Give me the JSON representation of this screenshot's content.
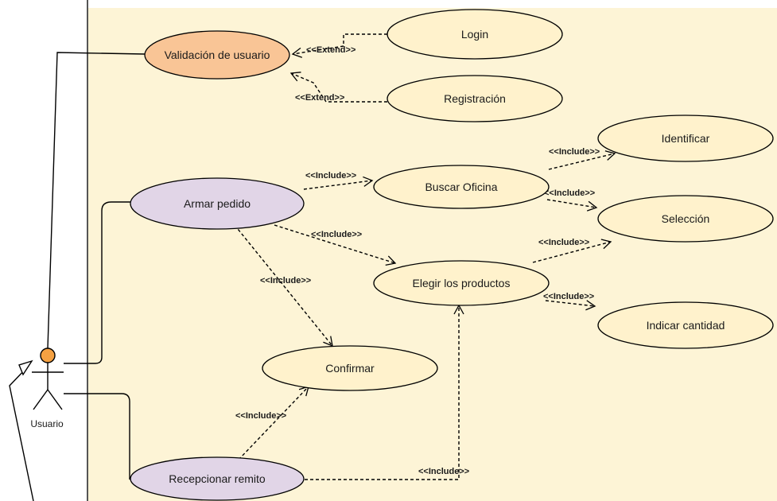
{
  "actor": {
    "name": "Usuario"
  },
  "use_cases": {
    "validacion": "Validación de usuario",
    "login": "Login",
    "registracion": "Registración",
    "armar_pedido": "Armar pedido",
    "buscar_oficina": "Buscar Oficina",
    "identificar": "Identificar",
    "seleccion": "Selección",
    "elegir_productos": "Elegir los productos",
    "indicar_cantidad": "Indicar cantidad",
    "confirmar": "Confirmar",
    "recepcionar_remito": "Recepcionar remito"
  },
  "relations": {
    "extend": "<<Extend>>",
    "include": "<<Include>>"
  },
  "colors": {
    "system_boundary_fill": "#fdf4d6",
    "use_case_default": "#fff2cc",
    "use_case_validation": "#f9c596",
    "use_case_ordering": "#e1d5e7",
    "actor_head": "#f5a142"
  }
}
